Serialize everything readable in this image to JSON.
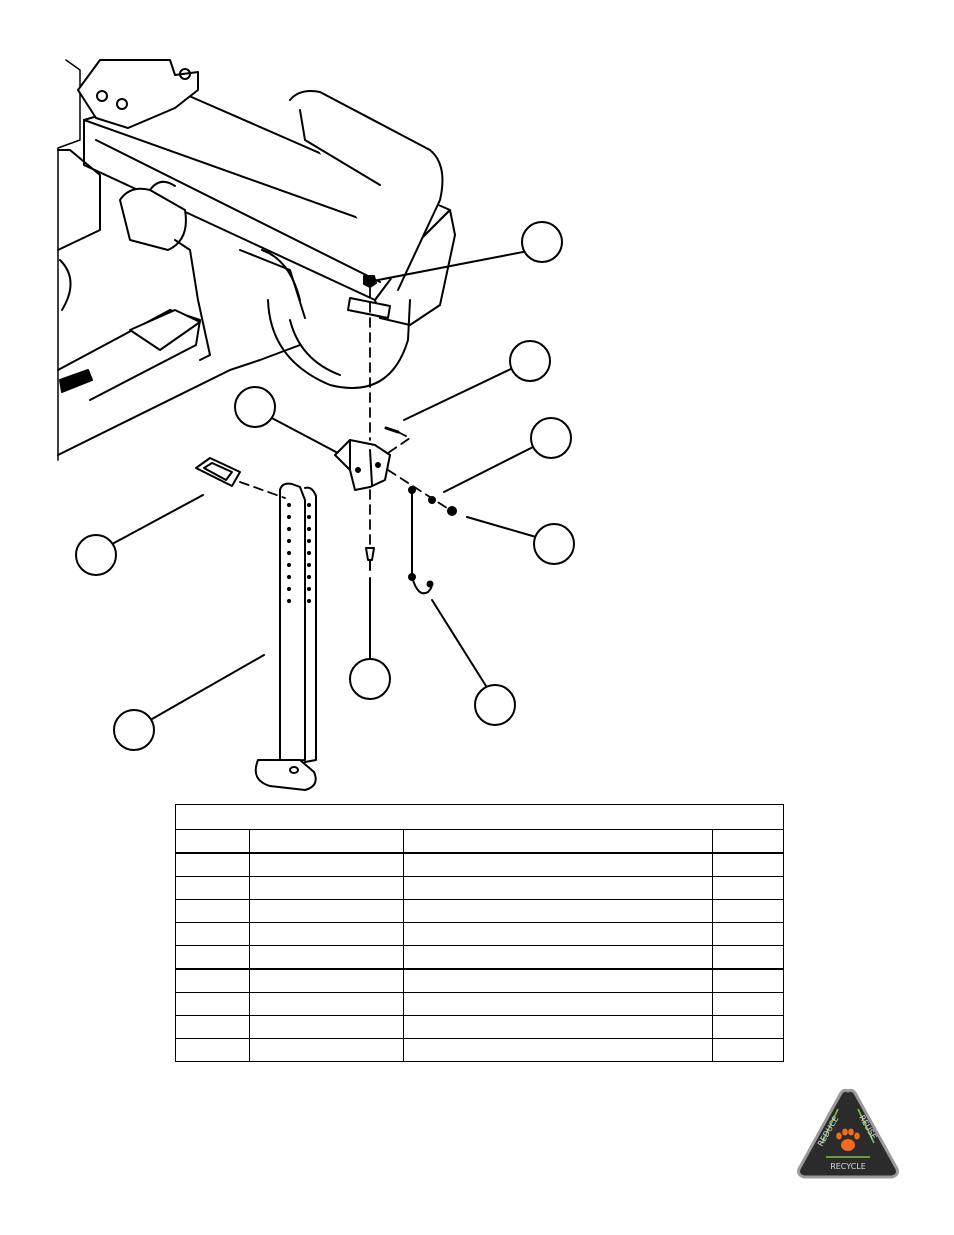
{
  "diagram": {
    "callouts": [
      {
        "id": "callout-1",
        "label": ""
      },
      {
        "id": "callout-2",
        "label": ""
      },
      {
        "id": "callout-3",
        "label": ""
      },
      {
        "id": "callout-4",
        "label": ""
      },
      {
        "id": "callout-5",
        "label": ""
      },
      {
        "id": "callout-6",
        "label": ""
      },
      {
        "id": "callout-7",
        "label": ""
      },
      {
        "id": "callout-8",
        "label": ""
      },
      {
        "id": "callout-9",
        "label": ""
      }
    ]
  },
  "parts_table": {
    "title": "",
    "headers": [
      "",
      "",
      "",
      ""
    ],
    "rows": [
      [
        "",
        "",
        "",
        ""
      ],
      [
        "",
        "",
        "",
        ""
      ],
      [
        "",
        "",
        "",
        ""
      ],
      [
        "",
        "",
        "",
        ""
      ],
      [
        "",
        "",
        "",
        ""
      ],
      [
        "",
        "",
        "",
        ""
      ],
      [
        "",
        "",
        "",
        ""
      ],
      [
        "",
        "",
        "",
        ""
      ],
      [
        "",
        "",
        "",
        ""
      ]
    ]
  },
  "logo": {
    "word_top_left": "REDUCE",
    "word_top_right": "REUSE",
    "word_bottom": "RECYCLE",
    "icon": "paw-print-icon",
    "colors": {
      "triangle": "#2b2b2b",
      "border": "#9a9a9a",
      "arrows": "#7cc24a",
      "paw": "#f26a1b"
    }
  }
}
